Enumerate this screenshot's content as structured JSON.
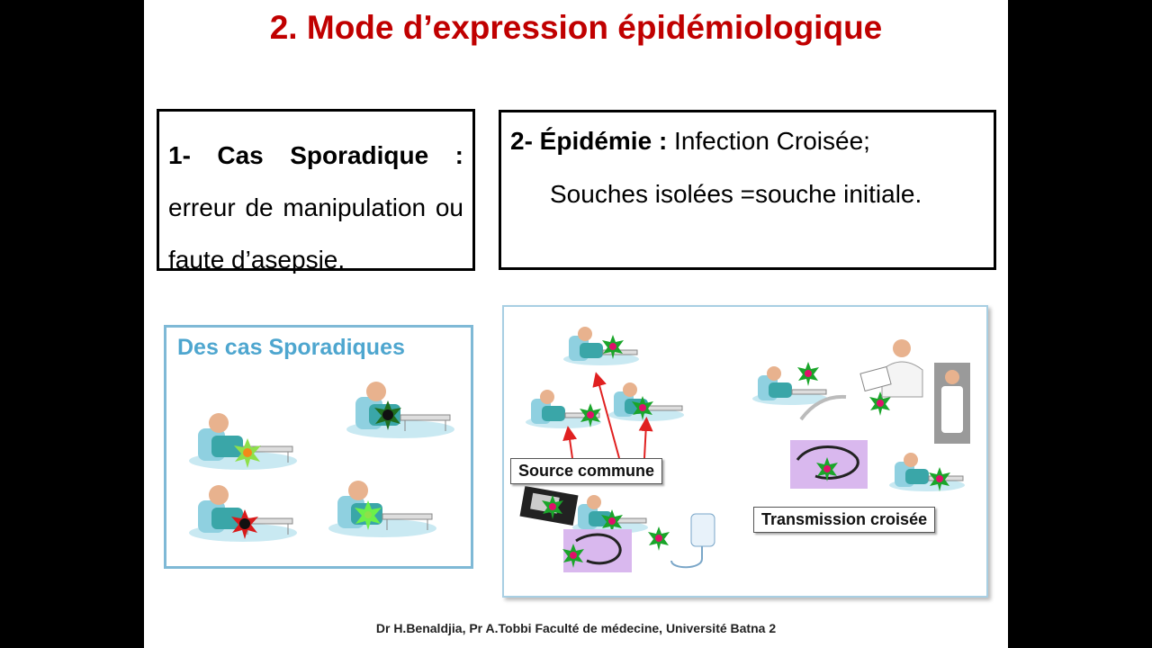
{
  "slide": {
    "title": "2. Mode d’expression épidémiologique",
    "box1": {
      "lead": "1- Cas Sporadique :",
      "text": "erreur de manipulation ou faute d’asepsie."
    },
    "box2": {
      "lead": "2- Épidémie :",
      "lead_rest": " Infection Croisée;",
      "line2": "Souches isolées =souche initiale."
    },
    "panel_left": {
      "title": "Des cas Sporadiques"
    },
    "panel_right": {
      "source_label": "Source commune",
      "transmission_label": "Transmission croisée"
    },
    "footer": "Dr H.Benaldjia, Pr A.Tobbi Faculté de médecine, Université Batna 2"
  },
  "colors": {
    "title": "#c00000",
    "panel_left_border": "#7fb9d6",
    "panel_left_title": "#4ea6cf",
    "arrow": "#e02020",
    "germ_green": "#1aa52a",
    "germ_core": "#e0106a"
  },
  "icons": [
    "patient-in-bed-icon",
    "germ-icon",
    "nurse-icon",
    "doctor-icon",
    "endoscope-icon",
    "iv-bag-icon"
  ]
}
